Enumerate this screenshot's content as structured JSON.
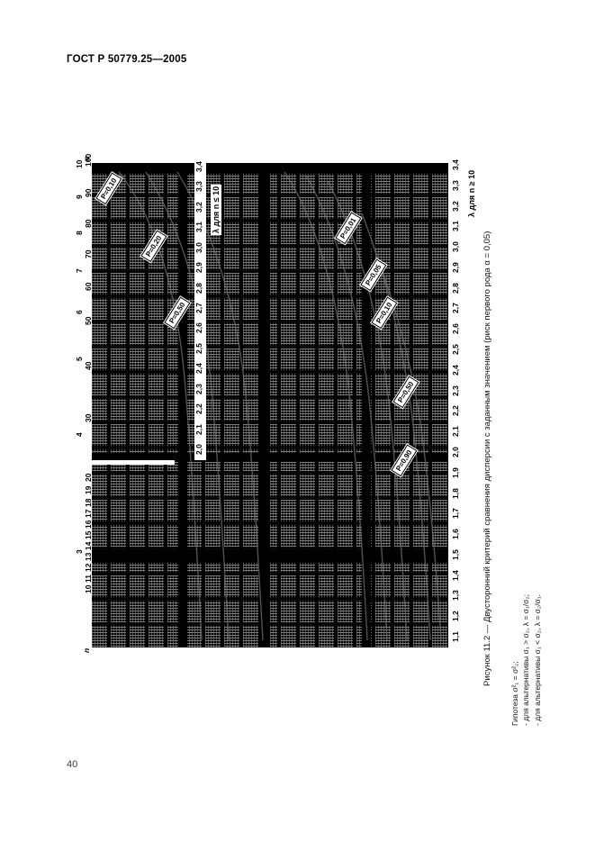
{
  "document": {
    "header": "ГОСТ Р 50779.25—2005",
    "page_number": "40"
  },
  "figure": {
    "caption": "Рисунок 11.2 — Двусторонний критерий сравнения дисперсии с заданным значением (риск первого рода α = 0,05)",
    "hypothesis_lines": [
      "Гипотеза σ²₁ = σ²₂;",
      "- для альтернативы σ₁ > σ₂, λ = σ₁/σ₂;",
      "- для альтернативы σ₁ < σ₂, λ = σ₂/σ₁."
    ],
    "axis_titles": {
      "lambda_small_n": "λ для n ≤ 10",
      "lambda_large_n": "λ для n ≥ 10",
      "n_axis": "n",
      "power_axis": "n"
    }
  },
  "chart_data": {
    "type": "line",
    "title": "Рисунок 11.2 — Двусторонний критерий сравнения дисперсии с заданным значением (риск первого рода α = 0,05)",
    "xlabel": "λ для n ≥ 10",
    "xlabel_secondary": "λ для n ≤ 10",
    "ylabel": "n",
    "grid": true,
    "legend": "inline-curve-labels",
    "x_ticks_lower": [
      "1,1",
      "1,2",
      "1,3",
      "1,4",
      "1,5",
      "1,6",
      "1,7",
      "1,8",
      "1,9",
      "2,0",
      "2,1",
      "2,2",
      "2,3",
      "2,4",
      "2,5",
      "2,6",
      "2,7",
      "2,8",
      "2,9",
      "3,0",
      "3,1",
      "3,2",
      "3,3",
      "3,4"
    ],
    "x_ticks_upper": [
      "2,0",
      "2,1",
      "2,2",
      "2,3",
      "2,4",
      "2,5",
      "2,6",
      "2,7",
      "2,8",
      "2,9",
      "3,0",
      "3,1",
      "3,2",
      "3,3",
      "3,4"
    ],
    "y_ticks_left": [
      "100",
      "90",
      "80",
      "70",
      "60",
      "50",
      "40",
      "30",
      "20",
      "19",
      "18",
      "17",
      "16",
      "15",
      "14",
      "13",
      "12",
      "11",
      "10"
    ],
    "y_ticks_right": [
      "10",
      "9",
      "8",
      "7",
      "6",
      "5",
      "4",
      "3"
    ],
    "xlim_lower": [
      1.1,
      3.4
    ],
    "xlim_upper": [
      2.0,
      3.4
    ],
    "ylim": [
      10,
      100
    ],
    "series": [
      {
        "name": "P=0,10",
        "group": "upper",
        "values": []
      },
      {
        "name": "P=0,20",
        "group": "upper",
        "values": []
      },
      {
        "name": "P=0,50",
        "group": "upper",
        "values": []
      },
      {
        "name": "P=0,01",
        "group": "lower",
        "values": []
      },
      {
        "name": "P=0,05",
        "group": "lower",
        "values": []
      },
      {
        "name": "P=0,10",
        "group": "lower",
        "values": []
      },
      {
        "name": "P=0,50",
        "group": "lower",
        "values": []
      },
      {
        "name": "P=0,90",
        "group": "lower",
        "values": []
      }
    ],
    "curve_labels": [
      "P=0,10",
      "P=0,20",
      "P=0,50",
      "P=0,01",
      "P=0,05",
      "P=0,10",
      "P=0,50",
      "P=0,90"
    ]
  },
  "ticks": {
    "lower_axis": [
      "1,1",
      "1,2",
      "1,3",
      "1,4",
      "1,5",
      "1,6",
      "1,7",
      "1,8",
      "1,9",
      "2,0",
      "2,1",
      "2,2",
      "2,3",
      "2,4",
      "2,5",
      "2,6",
      "2,7",
      "2,8",
      "2,9",
      "3,0",
      "3,1",
      "3,2",
      "3,3",
      "3,4"
    ],
    "upper_axis": [
      "2,0",
      "2,1",
      "2,2",
      "2,3",
      "2,4",
      "2,5",
      "2,6",
      "2,7",
      "2,8",
      "2,9",
      "3,0",
      "3,1",
      "3,2",
      "3,3",
      "3,4"
    ],
    "n_left": [
      "100",
      "90",
      "80",
      "70",
      "60",
      "50",
      "40",
      "30",
      "20",
      "19",
      "18",
      "17",
      "16",
      "15",
      "14",
      "13",
      "12",
      "11",
      "10"
    ],
    "n_right": [
      "10",
      "9",
      "8",
      "7",
      "6",
      "5",
      "4",
      "3"
    ]
  },
  "curve_labels": {
    "l1": "P=0,10",
    "l2": "P=0,20",
    "l3": "P=0,50",
    "l4": "P=0,01",
    "l5": "P=0,05",
    "l6": "P=0,10",
    "l7": "P=0,50",
    "l8": "P=0,90"
  }
}
